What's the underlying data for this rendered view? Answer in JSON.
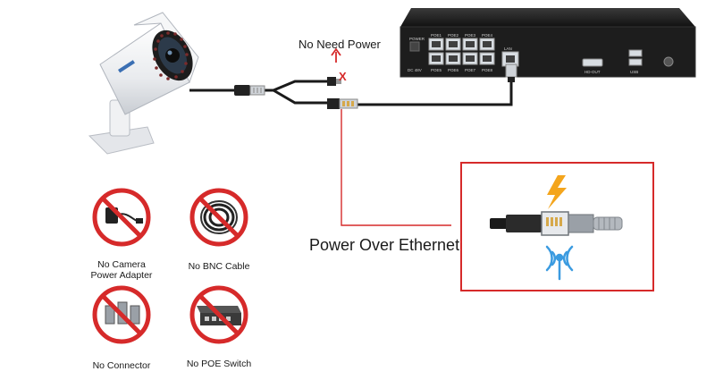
{
  "labels": {
    "no_need_power": "No Need Power",
    "power_over_ethernet": "Power Over Ethernet",
    "x_mark": "X"
  },
  "nvr": {
    "power_label": "POWER",
    "dc_label": "DC 48V",
    "ports_top": [
      "POE1",
      "POE2",
      "POE3",
      "POE4"
    ],
    "ports_bottom": [
      "POE5",
      "POE6",
      "POE7",
      "POE8"
    ],
    "lan_label": "LAN",
    "hdout_label": "HD-OUT",
    "usb_label": "USB"
  },
  "prohibited": [
    {
      "label_line1": "No Camera",
      "label_line2": "Power Adapter"
    },
    {
      "label_line1": "No BNC Cable",
      "label_line2": ""
    },
    {
      "label_line1": "No Connector",
      "label_line2": ""
    },
    {
      "label_line1": "No POE Switch",
      "label_line2": ""
    }
  ],
  "colors": {
    "accent_red": "#d62a2a",
    "lightning": "#f4a51c",
    "wifi_blue": "#3b9be0",
    "cable": "#1a1a1a",
    "device_dark": "#222222"
  },
  "icons": [
    "camera-icon",
    "nvr-icon",
    "lightning-icon",
    "wireless-signal-icon",
    "ethernet-plug-icon",
    "no-symbol-icon"
  ]
}
